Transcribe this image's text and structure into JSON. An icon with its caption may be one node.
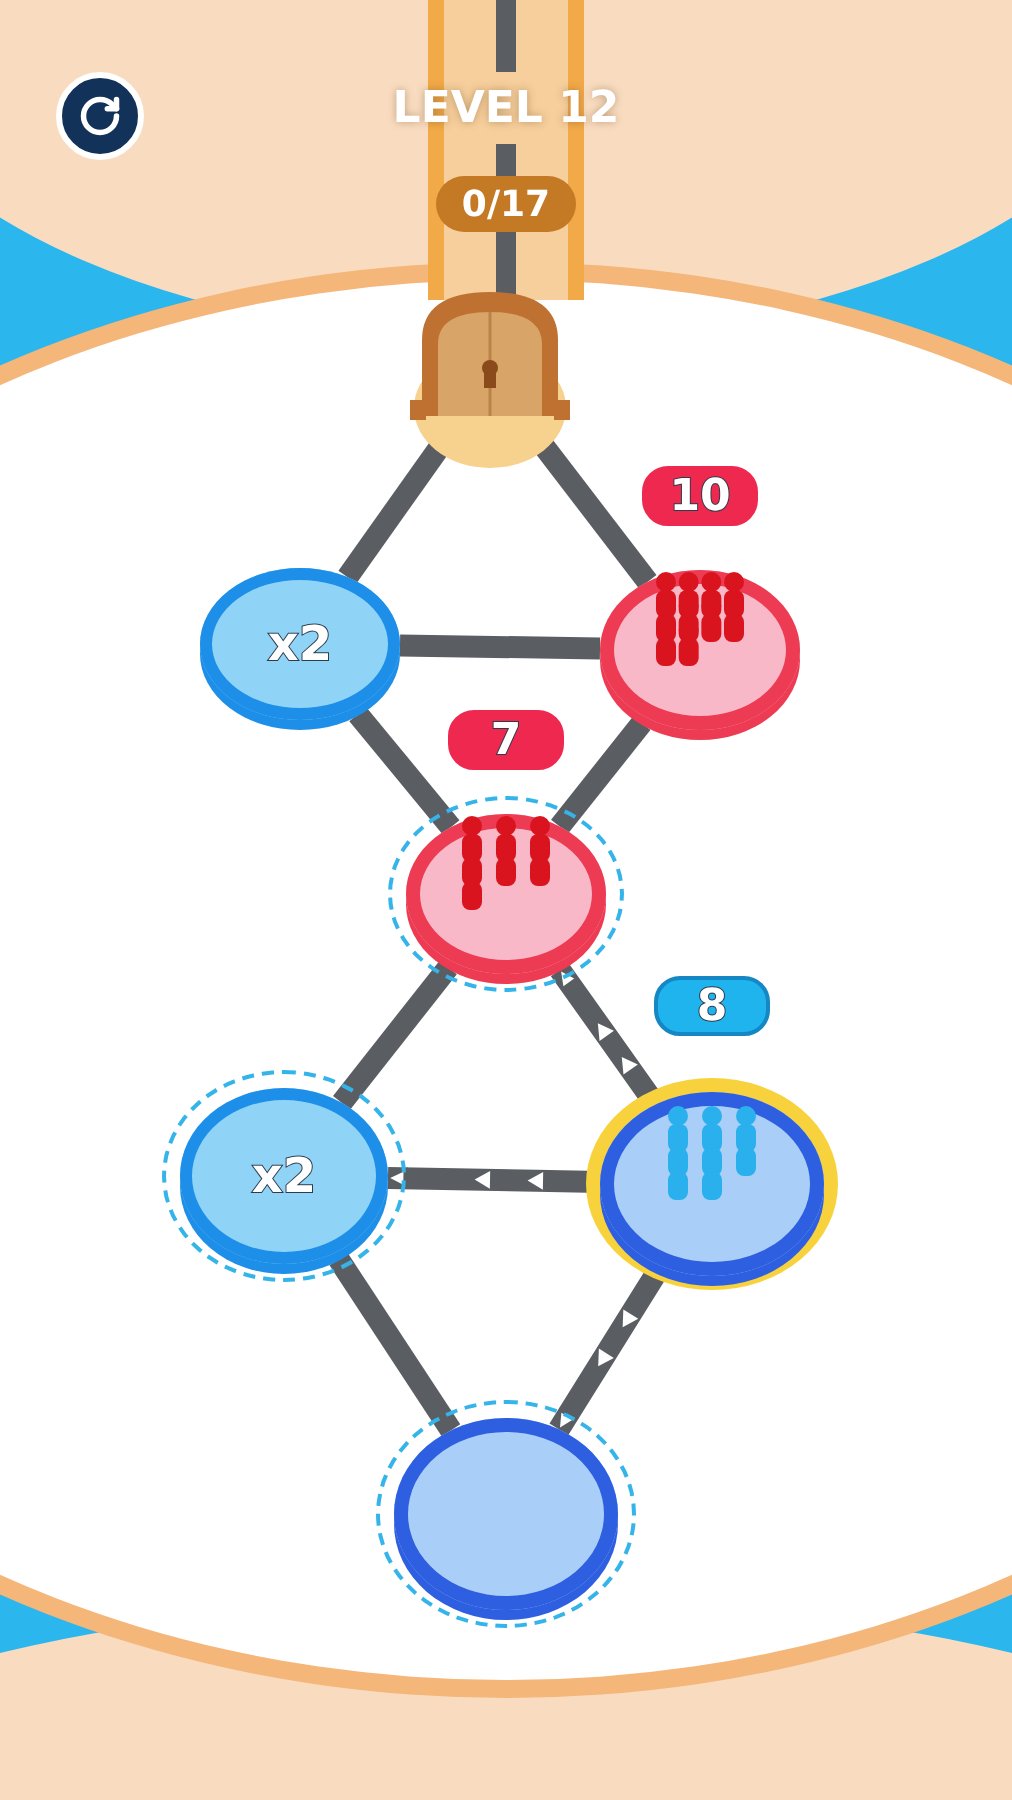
{
  "diagram": {
    "nodes": [
      {
        "text": [],
        "shape": "picture"
      },
      {
        "text": [
          "x2"
        ]
      },
      {
        "text": [
          "10"
        ]
      },
      {
        "text": [
          "7"
        ]
      },
      {
        "text": [
          "x2"
        ]
      },
      {
        "text": [
          "8"
        ]
      },
      {
        "text": [],
        "shape": "circle"
      }
    ],
    "edges": [
      {
        "from": 0,
        "to": 1,
        "arrow": "none"
      },
      {
        "from": 0,
        "to": 2,
        "arrow": "none"
      },
      {
        "from": 1,
        "to": 2,
        "arrow": "none"
      },
      {
        "from": 1,
        "to": 3,
        "arrow": "none"
      },
      {
        "from": 2,
        "to": 3,
        "arrow": "none"
      },
      {
        "from": 5,
        "to": 3,
        "arrow": "to"
      },
      {
        "from": 3,
        "to": 4,
        "arrow": "none"
      },
      {
        "from": 5,
        "to": 4,
        "arrow": "to"
      },
      {
        "from": 4,
        "to": 6,
        "arrow": "none"
      },
      {
        "from": 5,
        "to": 6,
        "arrow": "to"
      }
    ],
    "labels": [
      "LEVEL 12",
      "0/17"
    ]
  }
}
